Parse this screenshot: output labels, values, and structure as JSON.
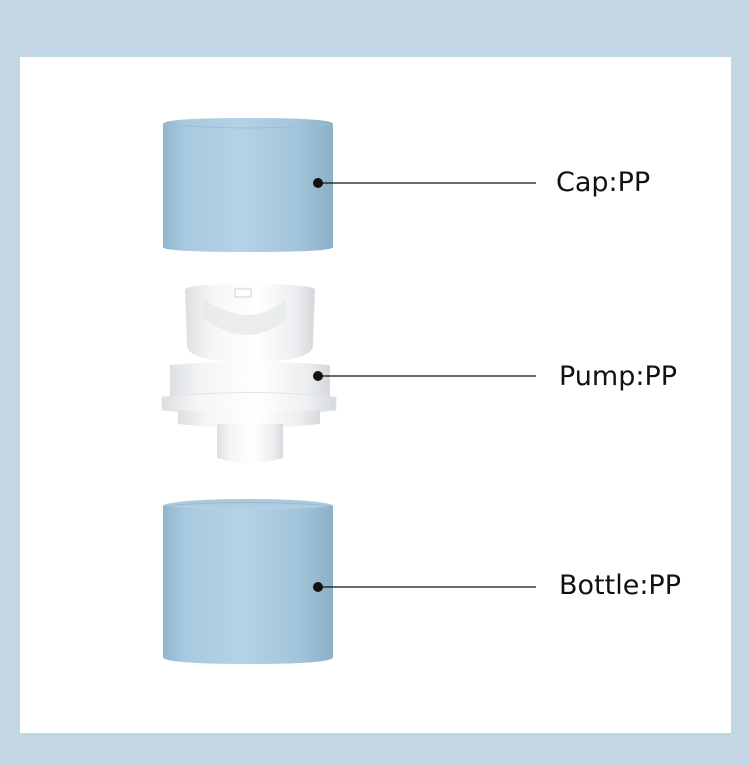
{
  "labels": {
    "cap": "Cap:PP",
    "pump": "Pump:PP",
    "bottle": "Bottle:PP"
  },
  "colors": {
    "background": "#c3d6e4",
    "panel": "#ffffff",
    "cap_blue": "#a9cbe0",
    "bottle_blue": "#a9cbe0",
    "pump_white": "#f2f3f4",
    "leader_line": "#111111"
  }
}
